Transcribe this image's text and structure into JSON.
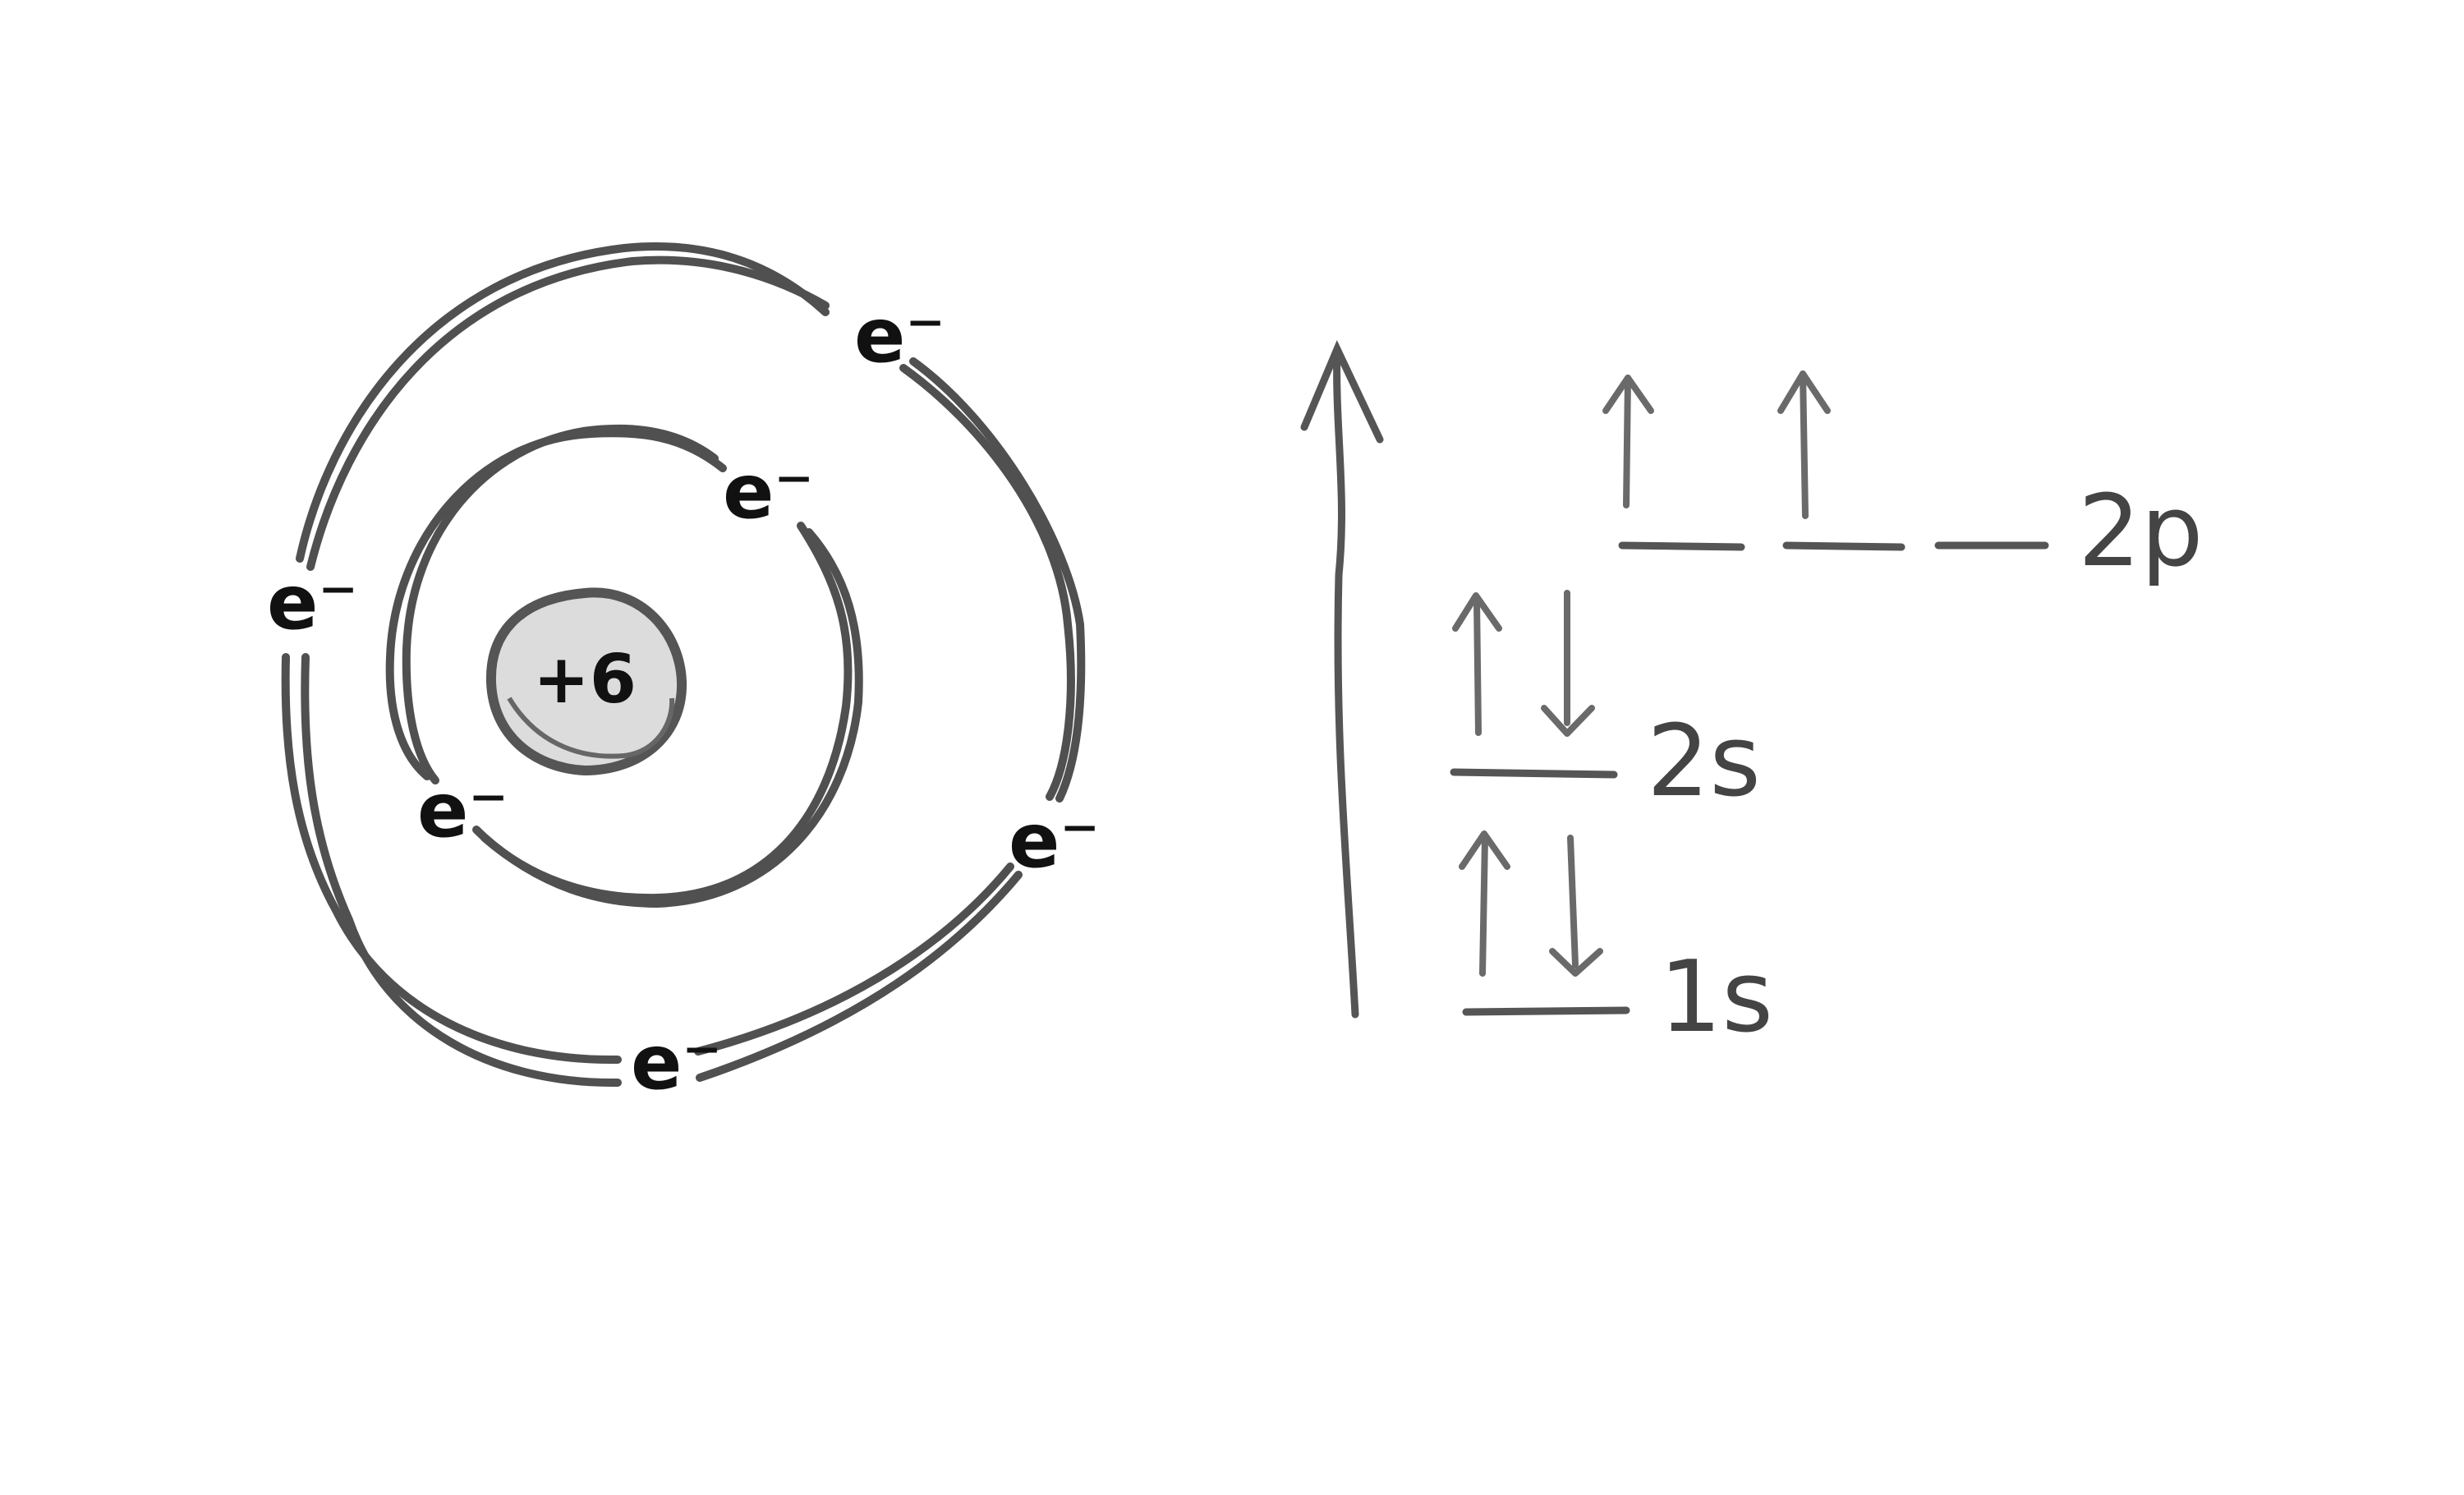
{
  "atom": {
    "nucleus_charge": "+6",
    "electron_symbol": "e⁻",
    "inner_shell_electrons": 2,
    "outer_shell_electrons": 4
  },
  "energy_diagram": {
    "levels": [
      {
        "name": "1s",
        "orbitals": [
          {
            "up": true,
            "down": true
          }
        ]
      },
      {
        "name": "2s",
        "orbitals": [
          {
            "up": true,
            "down": true
          }
        ]
      },
      {
        "name": "2p",
        "orbitals": [
          {
            "up": true,
            "down": false
          },
          {
            "up": true,
            "down": false
          },
          {
            "up": false,
            "down": false
          }
        ]
      }
    ]
  },
  "colors": {
    "stroke": "#505050",
    "ink": "#111111",
    "nucleus_fill": "#dcdcdc",
    "arrow": "#6a6a6a"
  }
}
